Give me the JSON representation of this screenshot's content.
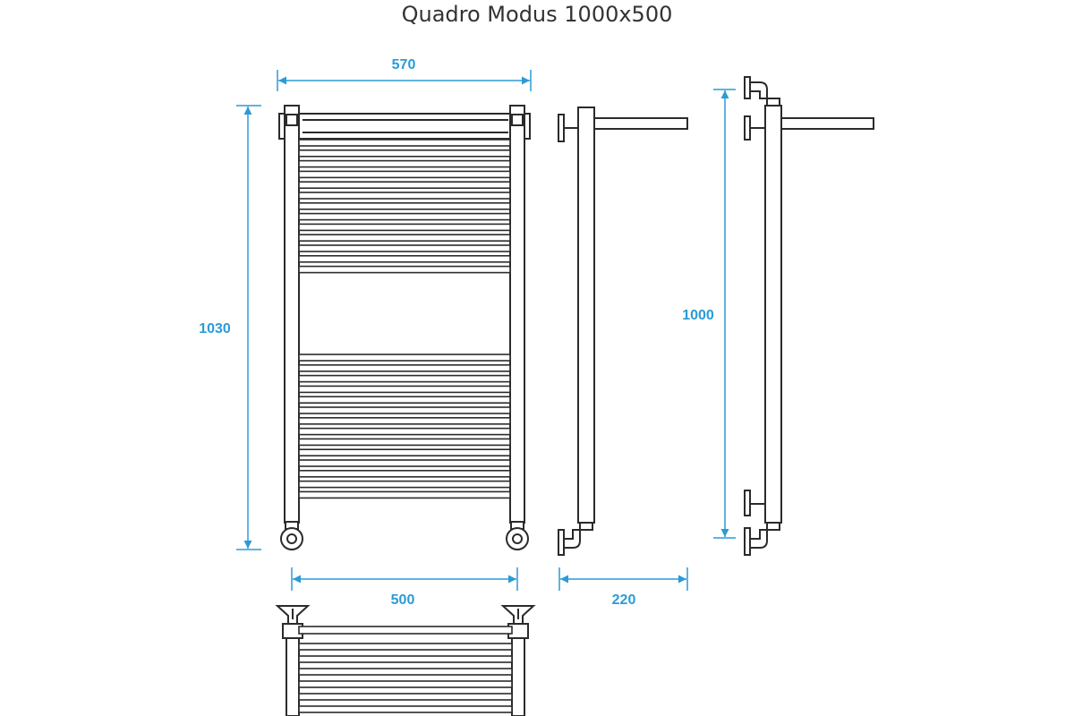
{
  "title": "Quadro Modus 1000x500",
  "colors": {
    "stroke": "#2b2b2b",
    "dimension": "#2b9bd6"
  },
  "dimensions": {
    "overall_width": "570",
    "overall_height": "1030",
    "axis_height": "1000",
    "axis_width": "500",
    "depth": "220"
  }
}
